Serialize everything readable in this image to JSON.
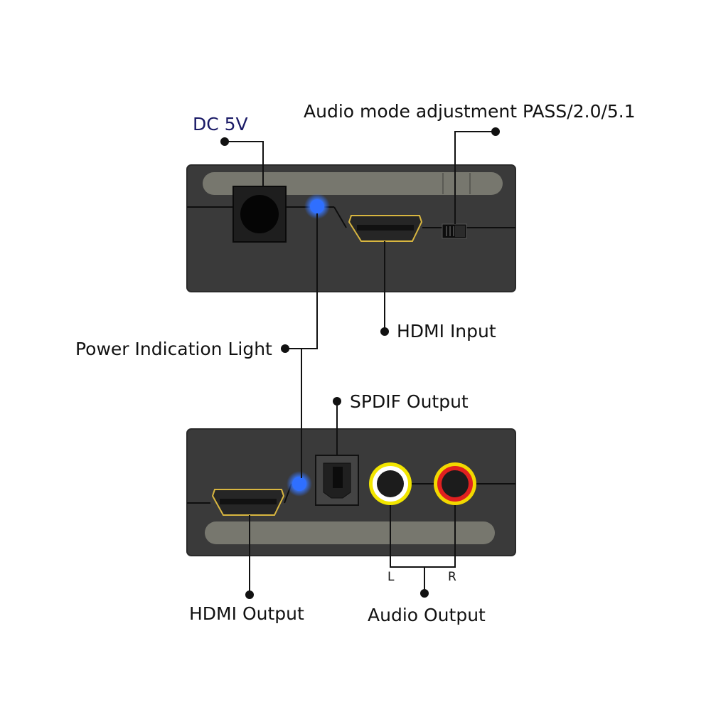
{
  "labels": {
    "dc_power": "DC 5V",
    "audio_mode": "Audio mode adjustment PASS/2.0/5.1",
    "hdmi_input": "HDMI Input",
    "power_light": "Power Indication Light",
    "spdif_output": "SPDIF Output",
    "hdmi_output": "HDMI Output",
    "audio_output": "Audio Output",
    "left_channel": "L",
    "right_channel": "R"
  },
  "colors": {
    "device_body": "#3a3a3a",
    "device_edge": "#2a2a2a",
    "slot": "#77776e",
    "led": "#2f6fff",
    "hdmi_outline": "#d8b640",
    "rca_left_ring": "#ffffff",
    "rca_left_outer": "#f2e600",
    "rca_right_ring": "#e02020",
    "rca_right_outer": "#f2d800",
    "leader_line": "#111111"
  }
}
